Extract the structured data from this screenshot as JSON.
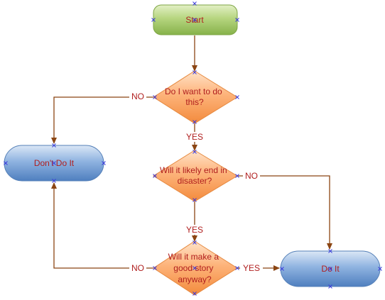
{
  "nodes": {
    "start": {
      "label": "Start"
    },
    "want": {
      "lines": [
        "Do I want to do",
        "this?"
      ]
    },
    "disaster": {
      "lines": [
        "Will it likely end in",
        "disaster?"
      ]
    },
    "story": {
      "lines": [
        "Will it make a",
        "good story",
        "anyway?"
      ]
    },
    "dont": {
      "label": "Don't Do It"
    },
    "doit": {
      "label": "Do It"
    }
  },
  "edges": {
    "want_no": "NO",
    "want_yes": "YES",
    "disaster_no": "NO",
    "disaster_yes": "YES",
    "story_no": "NO",
    "story_yes": "YES"
  },
  "colors": {
    "start_fill": "#9bc25b",
    "decision_fill": "#fba15e",
    "terminal_fill": "#6f9bd3",
    "connector": "#8b4513",
    "text": "#b01e1e",
    "handle": "#3b3bdc"
  }
}
